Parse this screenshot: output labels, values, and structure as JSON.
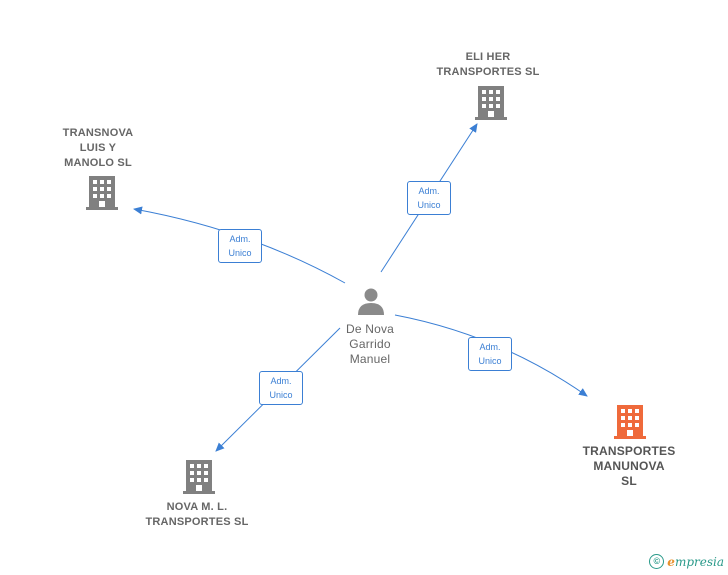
{
  "colors": {
    "edge": "#3b7fd4",
    "company": "#808080",
    "main_company": "#ef6a3b",
    "person": "#8a8a8a",
    "brand": "#2a9a8a"
  },
  "nodes": {
    "person": {
      "lines": [
        "De Nova",
        "Garrido",
        "Manuel"
      ],
      "icon": "person-icon"
    },
    "eli_her": {
      "lines": [
        "ELI HER",
        "TRANSPORTES SL"
      ],
      "icon": "building-icon"
    },
    "transnova": {
      "lines": [
        "TRANSNOVA",
        "LUIS Y",
        "MANOLO SL"
      ],
      "icon": "building-icon"
    },
    "manunova": {
      "lines": [
        "TRANSPORTES",
        "MANUNOVA",
        "SL"
      ],
      "icon": "building-icon"
    },
    "nova_ml": {
      "lines": [
        "NOVA M.  L.",
        "TRANSPORTES SL"
      ],
      "icon": "building-icon"
    }
  },
  "edges": [
    {
      "to": "eli_her",
      "label": [
        "Adm.",
        "Unico"
      ]
    },
    {
      "to": "transnova",
      "label": [
        "Adm.",
        "Unico"
      ]
    },
    {
      "to": "manunova",
      "label": [
        "Adm.",
        "Unico"
      ]
    },
    {
      "to": "nova_ml",
      "label": [
        "Adm.",
        "Unico"
      ]
    }
  ],
  "footer": {
    "copyright": "©",
    "brand_first": "e",
    "brand_rest": "mpresia"
  }
}
